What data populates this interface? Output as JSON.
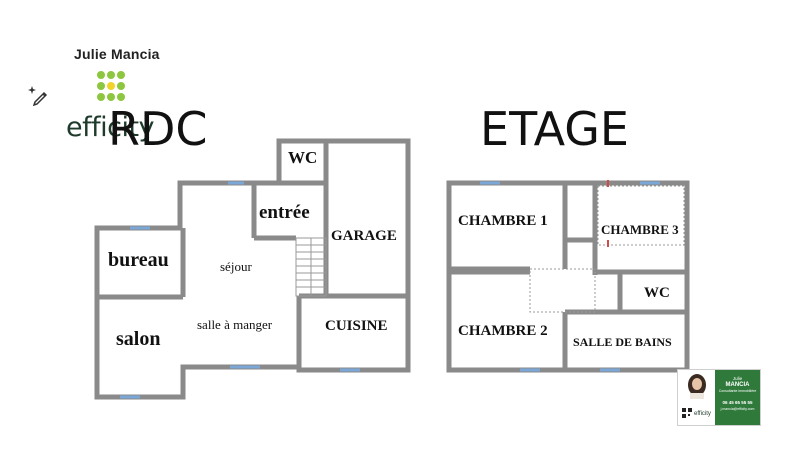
{
  "agent": {
    "name": "Julie Mancia",
    "brand": "efficity"
  },
  "levels": {
    "ground": "RDC",
    "upper": "ETAGE"
  },
  "rooms_ground": {
    "wc": "WC",
    "entree": "entrée",
    "garage": "GARAGE",
    "bureau": "bureau",
    "sejour": "séjour",
    "salle_a_manger": "salle à manger",
    "salon": "salon",
    "cuisine": "CUISINE"
  },
  "rooms_upper": {
    "chambre1": "CHAMBRE 1",
    "chambre3": "CHAMBRE 3",
    "chambre2": "CHAMBRE 2",
    "wc": "WC",
    "salle_de_bains": "SALLE DE BAINS"
  },
  "card": {
    "first_name": "Julie",
    "last_name": "MANCIA",
    "role": "Consultante immobilière",
    "phone": "06 45 65 55 55",
    "email": "j.mancia@efficity.com",
    "brand": "efficity"
  },
  "colors": {
    "brand_green": "#8dc63f",
    "card_green": "#2f7a3b",
    "wall": "#8a8a8a"
  },
  "icons": [
    "sparkle-pen-icon",
    "efficity-dots-logo",
    "agent-photo"
  ]
}
